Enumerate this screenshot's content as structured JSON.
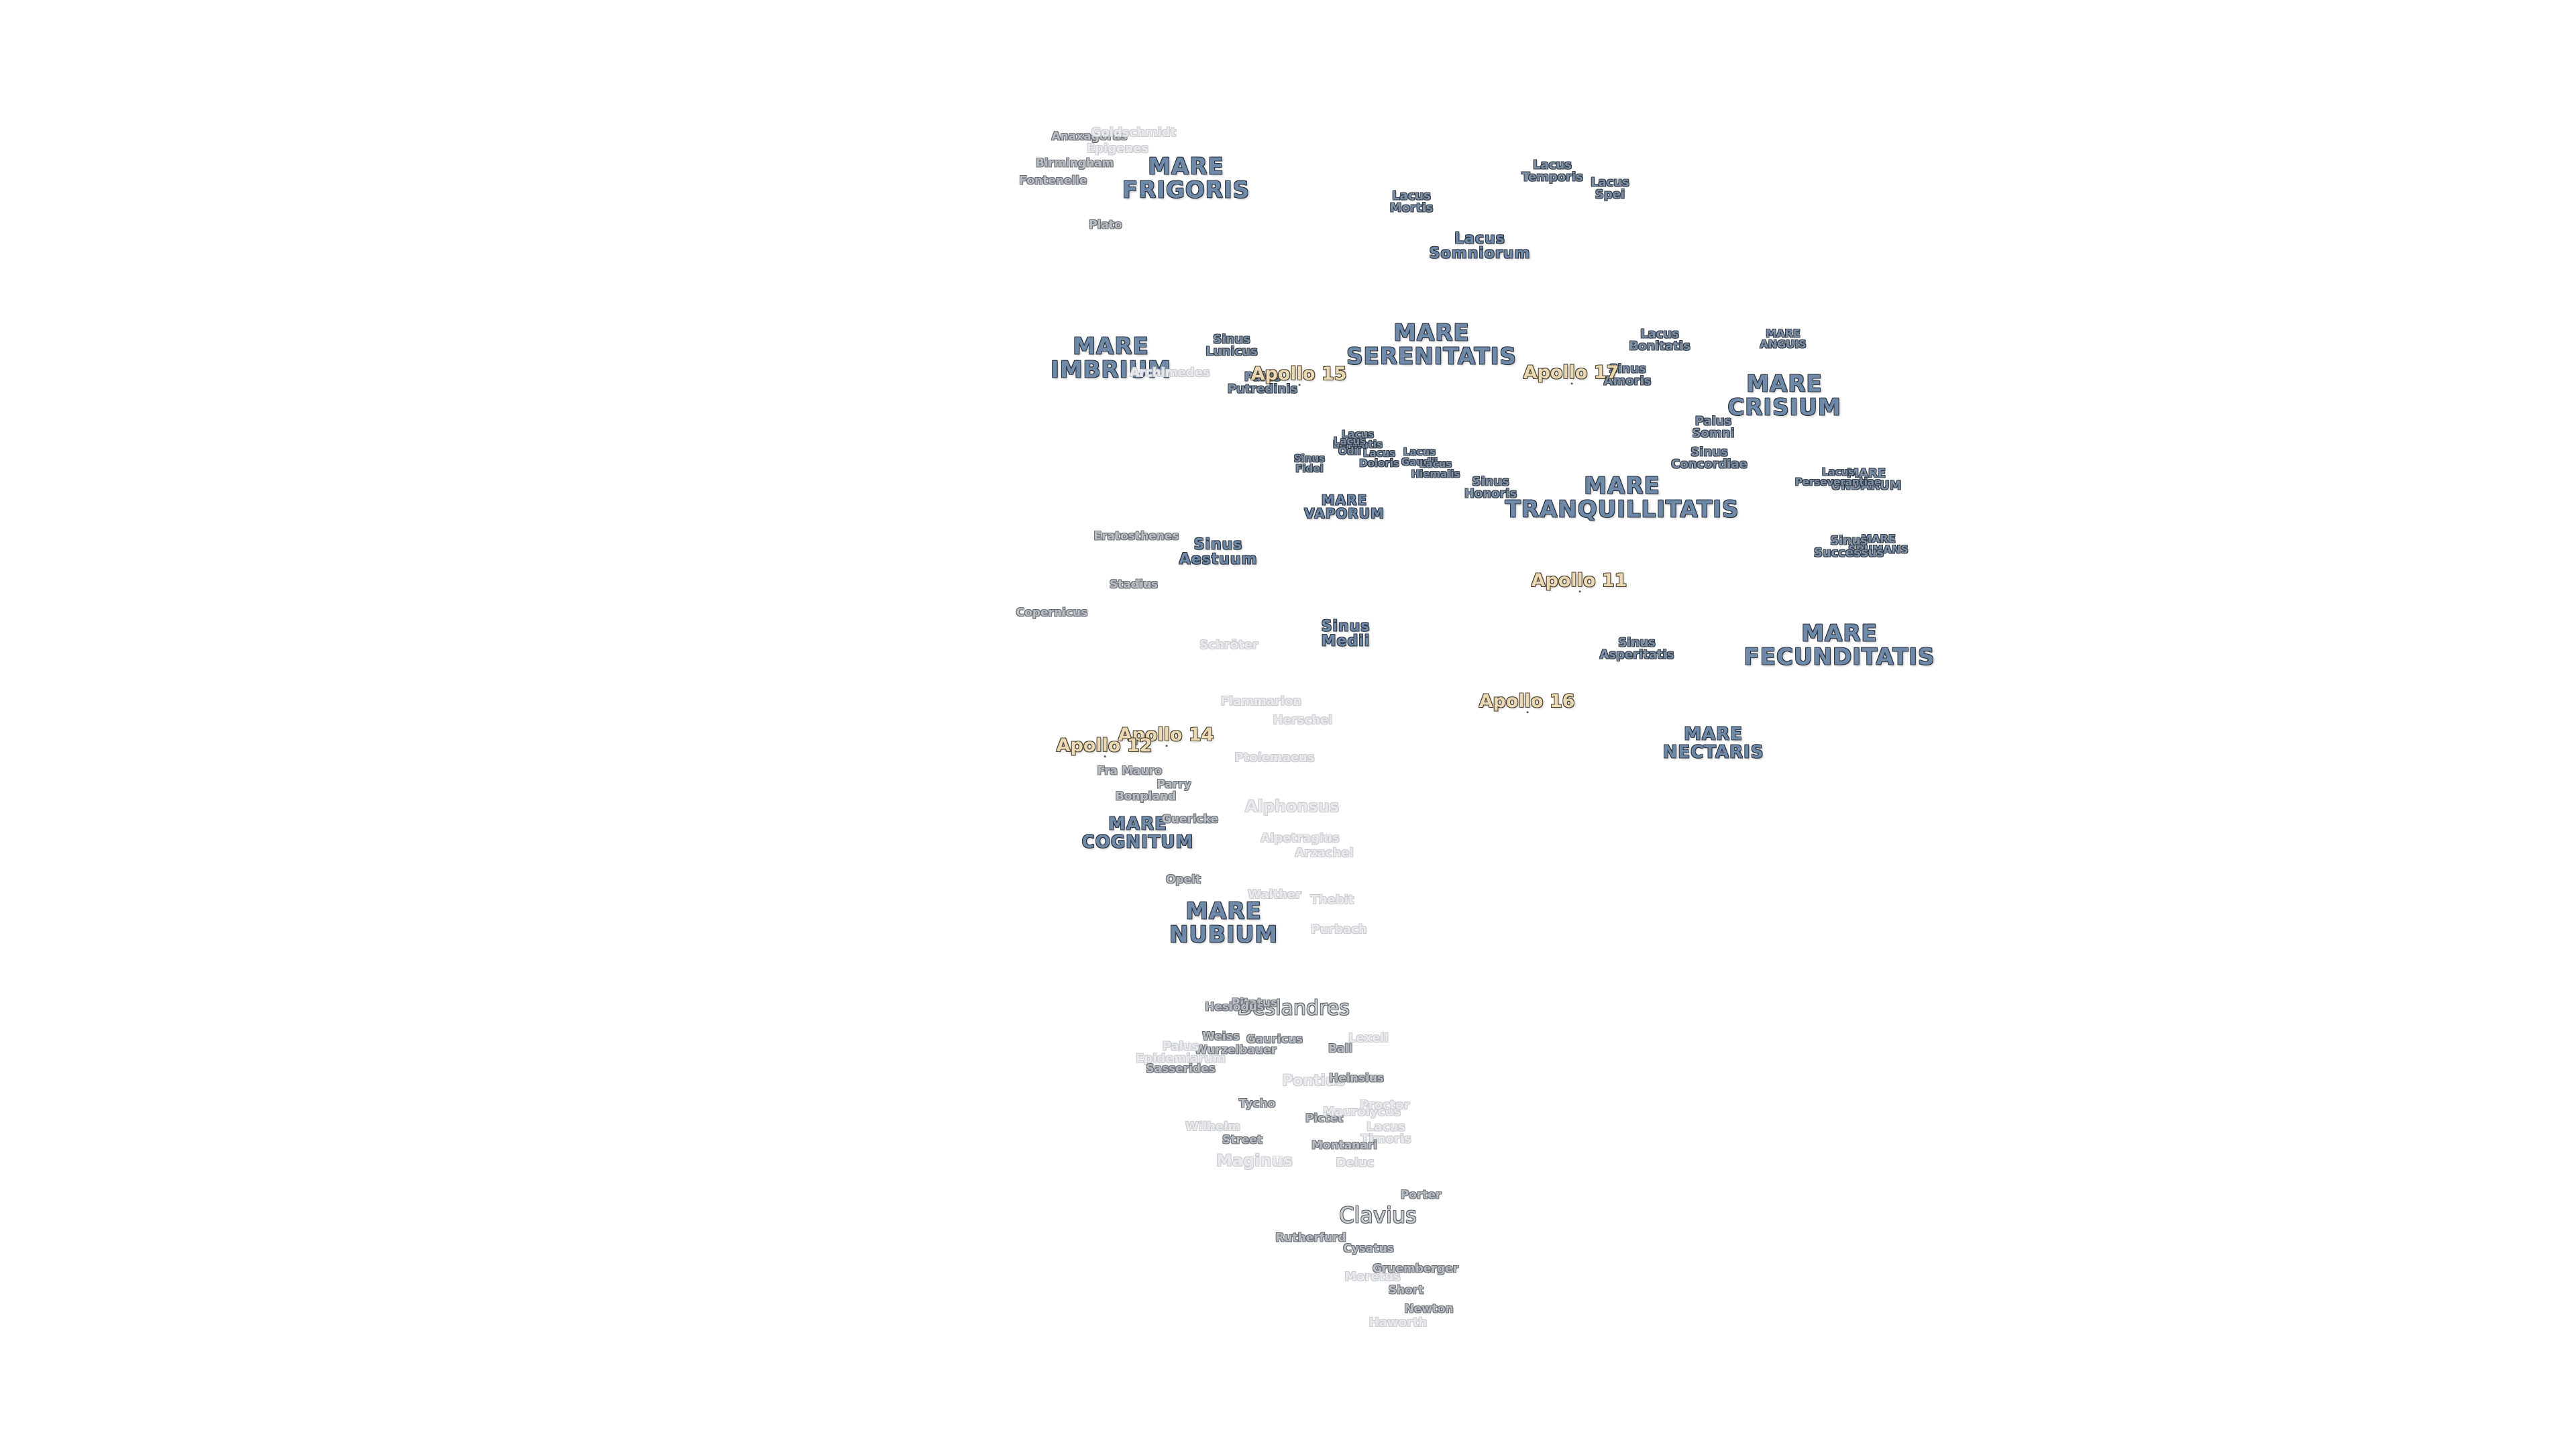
{
  "map": {
    "labels": [
      {
        "text": "MARE\nFRIGORIS",
        "type": "mare"
      },
      {
        "text": "MARE\nIMBRIUM",
        "type": "mare"
      },
      {
        "text": "MARE\nSERENITATIS",
        "type": "mare"
      },
      {
        "text": "MARE\nTRANQUILLITATIS",
        "type": "mare"
      },
      {
        "text": "MARE\nCRISIUM",
        "type": "mare"
      },
      {
        "text": "MARE\nFECUNDITATIS",
        "type": "mare"
      },
      {
        "text": "MARE\nNECTARIS",
        "type": "mare"
      },
      {
        "text": "MARE\nNUBIUM",
        "type": "mare"
      },
      {
        "text": "MARE\nCOGNITUM",
        "type": "mare"
      },
      {
        "text": "MARE\nVAPORUM",
        "type": "mare"
      },
      {
        "text": "MARE\nANGUIS",
        "type": "minor"
      },
      {
        "text": "MARE\nUNDARUM",
        "type": "minor"
      },
      {
        "text": "MARE\nSPUMANS",
        "type": "minor"
      },
      {
        "text": "Lacus\nSomniorum",
        "type": "mare"
      },
      {
        "text": "Lacus\nMortis",
        "type": "minor"
      },
      {
        "text": "Lacus\nTemporis",
        "type": "minor"
      },
      {
        "text": "Lacus\nSpei",
        "type": "minor"
      },
      {
        "text": "Lacus\nBonitatis",
        "type": "minor"
      },
      {
        "text": "Sinus\nAmoris",
        "type": "minor"
      },
      {
        "text": "Sinus\nLunicus",
        "type": "minor"
      },
      {
        "text": "Palus\nPutredinis",
        "type": "minor"
      },
      {
        "text": "Lacus\nLenitatis",
        "type": "minor"
      },
      {
        "text": "Lacus\nOdii",
        "type": "minor"
      },
      {
        "text": "Sinus\nFidei",
        "type": "minor"
      },
      {
        "text": "Lacus\nDoloris",
        "type": "minor"
      },
      {
        "text": "Lacus\nGaudii",
        "type": "minor"
      },
      {
        "text": "Lacus\nHiemalis",
        "type": "minor"
      },
      {
        "text": "Sinus\nHonoris",
        "type": "minor"
      },
      {
        "text": "Palus\nSomni",
        "type": "minor"
      },
      {
        "text": "Sinus\nConcordiae",
        "type": "minor"
      },
      {
        "text": "Lacus\nPerseverantiae",
        "type": "minor"
      },
      {
        "text": "Sinus\nSuccessus",
        "type": "minor"
      },
      {
        "text": "Sinus\nAestuum",
        "type": "mare"
      },
      {
        "text": "Sinus\nMedii",
        "type": "mare"
      },
      {
        "text": "Sinus\nAsperitatis",
        "type": "minor"
      },
      {
        "text": "Apollo 15",
        "type": "apollo"
      },
      {
        "text": "Apollo 17",
        "type": "apollo"
      },
      {
        "text": "Apollo 11",
        "type": "apollo"
      },
      {
        "text": "Apollo 16",
        "type": "apollo"
      },
      {
        "text": "Apollo 14",
        "type": "apollo"
      },
      {
        "text": "Apollo 12",
        "type": "apollo"
      },
      {
        "text": "Anaxagoras",
        "type": "crater"
      },
      {
        "text": "Goldschmidt",
        "type": "faint"
      },
      {
        "text": "Epigenes",
        "type": "faint"
      },
      {
        "text": "Birmingham",
        "type": "crater"
      },
      {
        "text": "Fontenelle",
        "type": "crater"
      },
      {
        "text": "Plato",
        "type": "crater"
      },
      {
        "text": "Archimedes",
        "type": "faint"
      },
      {
        "text": "Eratosthenes",
        "type": "crater"
      },
      {
        "text": "Stadius",
        "type": "crater"
      },
      {
        "text": "Copernicus",
        "type": "crater"
      },
      {
        "text": "Schröter",
        "type": "faint"
      },
      {
        "text": "Flammarion",
        "type": "faint"
      },
      {
        "text": "Herschel",
        "type": "faint"
      },
      {
        "text": "Ptolemaeus",
        "type": "faint"
      },
      {
        "text": "Alphonsus",
        "type": "faint"
      },
      {
        "text": "Alpetragius",
        "type": "faint"
      },
      {
        "text": "Arzachel",
        "type": "faint"
      },
      {
        "text": "Thebit",
        "type": "faint"
      },
      {
        "text": "Purbach",
        "type": "faint"
      },
      {
        "text": "Fra Mauro",
        "type": "crater"
      },
      {
        "text": "Parry",
        "type": "crater"
      },
      {
        "text": "Bonpland",
        "type": "crater"
      },
      {
        "text": "Guericke",
        "type": "crater"
      },
      {
        "text": "Opelt",
        "type": "crater"
      },
      {
        "text": "Walther",
        "type": "faint"
      },
      {
        "text": "Deslandres",
        "type": "big"
      },
      {
        "text": "Pitatus",
        "type": "crater"
      },
      {
        "text": "Hesiodus",
        "type": "crater"
      },
      {
        "text": "Weiss",
        "type": "crater"
      },
      {
        "text": "Gauricus",
        "type": "crater"
      },
      {
        "text": "Wurzelbauer",
        "type": "crater"
      },
      {
        "text": "Lexell",
        "type": "faint"
      },
      {
        "text": "Ball",
        "type": "crater"
      },
      {
        "text": "Palus\nEpidemiarum",
        "type": "faint"
      },
      {
        "text": "Sasserides",
        "type": "crater"
      },
      {
        "text": "Pontius",
        "type": "faint"
      },
      {
        "text": "Heinsius",
        "type": "crater"
      },
      {
        "text": "Tycho",
        "type": "crater"
      },
      {
        "text": "Pictet",
        "type": "crater"
      },
      {
        "text": "Maurolycus",
        "type": "faint"
      },
      {
        "text": "Proctor",
        "type": "faint"
      },
      {
        "text": "Lacus\nTimoris",
        "type": "faint"
      },
      {
        "text": "Wilhelm",
        "type": "faint"
      },
      {
        "text": "Street",
        "type": "crater"
      },
      {
        "text": "Montanari",
        "type": "crater"
      },
      {
        "text": "Maginus",
        "type": "faint"
      },
      {
        "text": "Deluc",
        "type": "faint"
      },
      {
        "text": "Porter",
        "type": "crater"
      },
      {
        "text": "Clavius",
        "type": "big"
      },
      {
        "text": "Rutherfurd",
        "type": "crater"
      },
      {
        "text": "Cysatus",
        "type": "crater"
      },
      {
        "text": "Gruemberger",
        "type": "crater"
      },
      {
        "text": "Moretus",
        "type": "faint"
      },
      {
        "text": "Short",
        "type": "crater"
      },
      {
        "text": "Newton",
        "type": "crater"
      },
      {
        "text": "Haworth",
        "type": "faint"
      }
    ]
  }
}
